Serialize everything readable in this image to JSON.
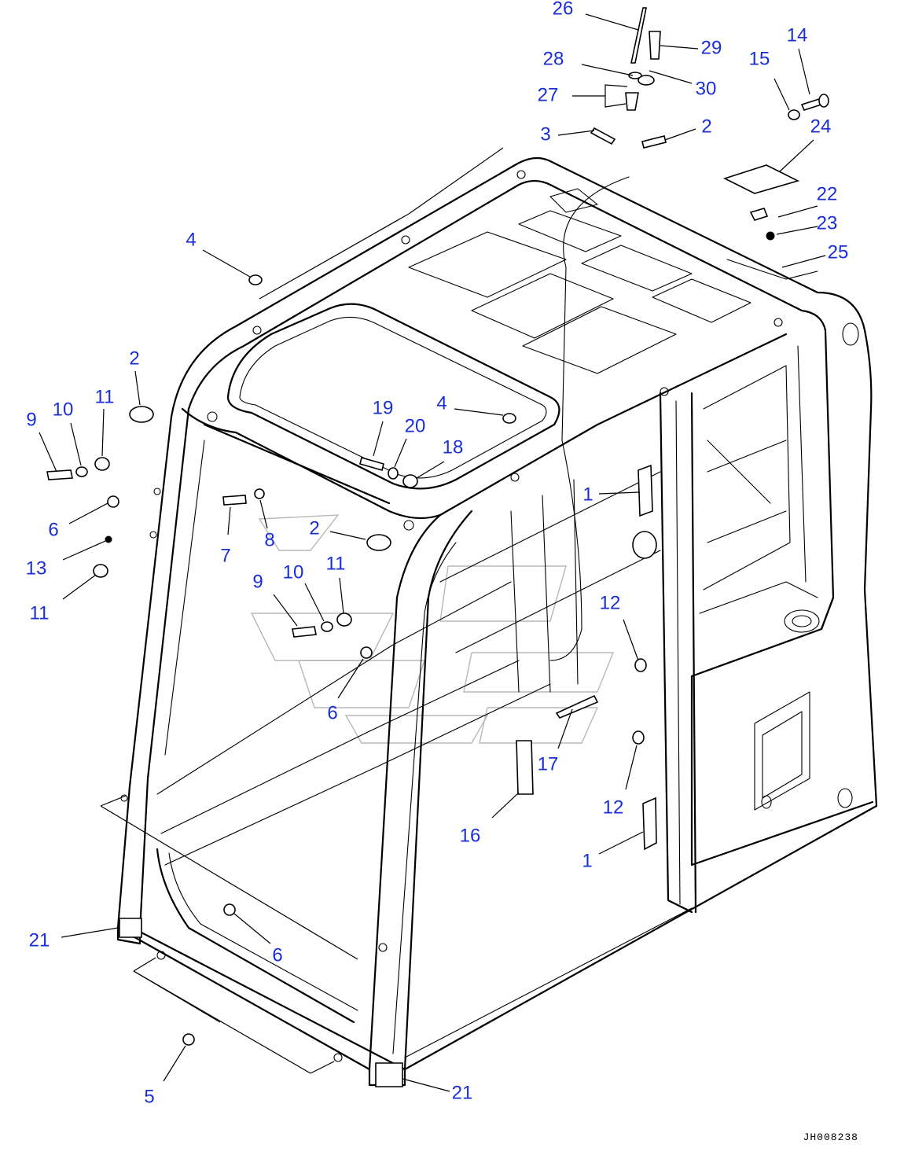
{
  "diagram": {
    "drawing_id": "JH008238",
    "callouts": [
      {
        "id": "c26",
        "label": "26"
      },
      {
        "id": "c29",
        "label": "29"
      },
      {
        "id": "c28",
        "label": "28"
      },
      {
        "id": "c30",
        "label": "30"
      },
      {
        "id": "c27",
        "label": "27"
      },
      {
        "id": "c3",
        "label": "3"
      },
      {
        "id": "c2a",
        "label": "2"
      },
      {
        "id": "c15",
        "label": "15"
      },
      {
        "id": "c14",
        "label": "14"
      },
      {
        "id": "c24",
        "label": "24"
      },
      {
        "id": "c22",
        "label": "22"
      },
      {
        "id": "c23",
        "label": "23"
      },
      {
        "id": "c25",
        "label": "25"
      },
      {
        "id": "c4a",
        "label": "4"
      },
      {
        "id": "c2b",
        "label": "2"
      },
      {
        "id": "c9a",
        "label": "9"
      },
      {
        "id": "c10a",
        "label": "10"
      },
      {
        "id": "c11a",
        "label": "11"
      },
      {
        "id": "c19",
        "label": "19"
      },
      {
        "id": "c4b",
        "label": "4"
      },
      {
        "id": "c20",
        "label": "20"
      },
      {
        "id": "c18",
        "label": "18"
      },
      {
        "id": "c1a",
        "label": "1"
      },
      {
        "id": "c6a",
        "label": "6"
      },
      {
        "id": "c2c",
        "label": "2"
      },
      {
        "id": "c7",
        "label": "7"
      },
      {
        "id": "c8",
        "label": "8"
      },
      {
        "id": "c13",
        "label": "13"
      },
      {
        "id": "c11b",
        "label": "11"
      },
      {
        "id": "c9b",
        "label": "9"
      },
      {
        "id": "c10b",
        "label": "10"
      },
      {
        "id": "c11c",
        "label": "11"
      },
      {
        "id": "c12a",
        "label": "12"
      },
      {
        "id": "c6b",
        "label": "6"
      },
      {
        "id": "c17",
        "label": "17"
      },
      {
        "id": "c12b",
        "label": "12"
      },
      {
        "id": "c16",
        "label": "16"
      },
      {
        "id": "c1b",
        "label": "1"
      },
      {
        "id": "c21a",
        "label": "21"
      },
      {
        "id": "c6c",
        "label": "6"
      },
      {
        "id": "c5",
        "label": "5"
      },
      {
        "id": "c21b",
        "label": "21"
      }
    ]
  }
}
